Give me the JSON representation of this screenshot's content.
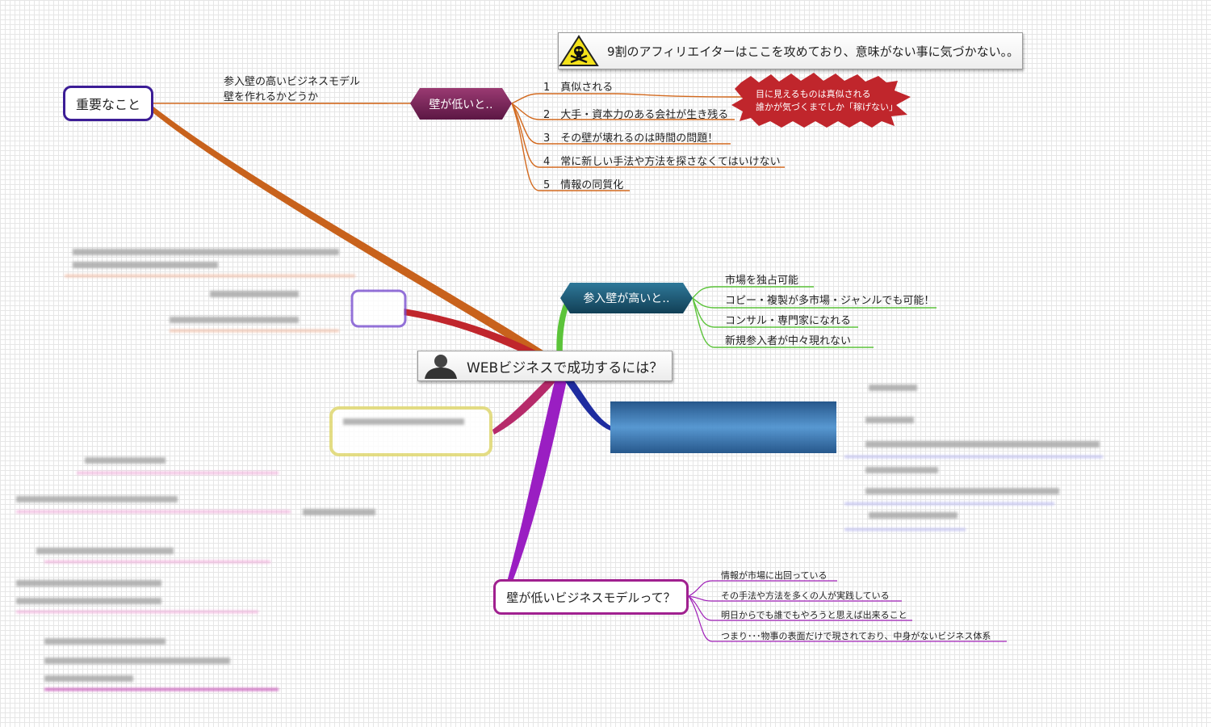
{
  "central": {
    "label": "WEBビジネスで成功するには？"
  },
  "important": {
    "label": "重要なこと",
    "note_lines": [
      "参入壁の高いビジネスモデル",
      "壁を作れるかどうか"
    ]
  },
  "low_wall": {
    "label": "壁が低いと‥",
    "items": [
      "1　真似される",
      "2　大手・資本力のある会社が生き残る",
      "3　その壁が壊れるのは時間の問題！",
      "4　常に新しい手法や方法を探さなくてはいけない",
      "5　情報の同質化"
    ]
  },
  "warning": {
    "label": "9割のアフィリエイターはここを攻めており、意味がない事に気づかない。。"
  },
  "burst": {
    "lines": [
      "目に見えるものは真似される",
      "誰かが気づくまでしか「稼げない」"
    ]
  },
  "high_wall": {
    "label": "参入壁が高いと‥",
    "items": [
      "市場を独占可能",
      "コピー・複製が多市場・ジャンルでも可能！",
      "コンサル・専門家になれる",
      "新規参入者が中々現れない"
    ]
  },
  "low_model": {
    "label": "壁が低いビジネスモデルって？",
    "items": [
      "情報が市場に出回っている",
      "その手法や方法を多くの人が実践している",
      "明日からでも誰でもやろうと思えば出来ること",
      "つまり･･･物事の表面だけで現されており、中身がないビジネス体系"
    ]
  },
  "colors": {
    "orange": "#d2691e",
    "purple_node": "#3c1d96",
    "magenta": "#a0208f",
    "green": "#5cc43a",
    "blue": "#1e2ca0",
    "red": "#c0262c",
    "teal_diamond": "#1d5a75",
    "wine_diamond": "#7a2558"
  }
}
